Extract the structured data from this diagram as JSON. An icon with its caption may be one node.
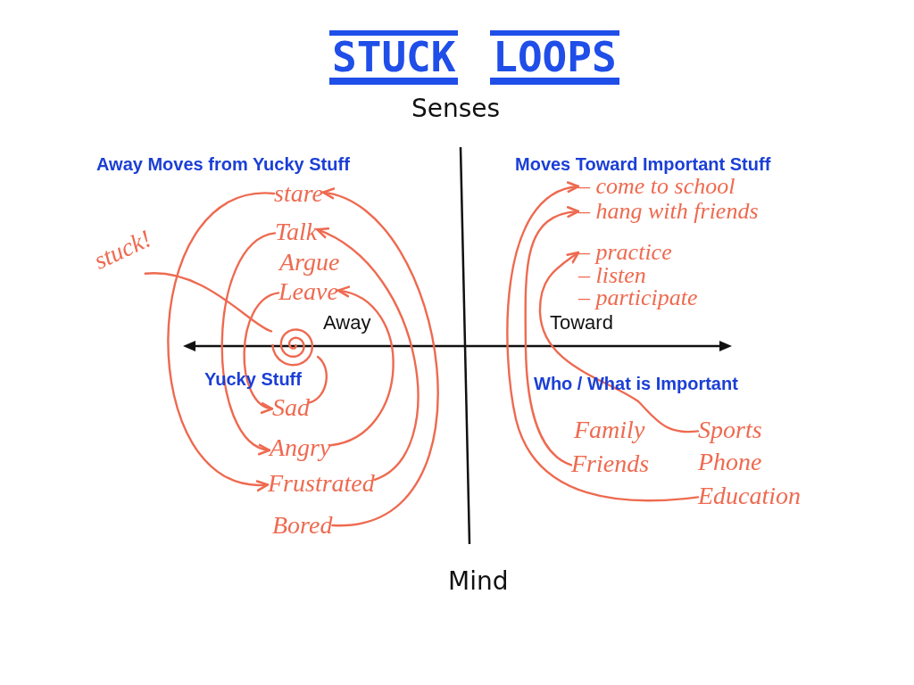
{
  "diagram": {
    "title": "STUCK LOOPS",
    "nodes": [
      {
        "text": [
          "stare"
        ]
      },
      {
        "text": [
          "Talk"
        ]
      },
      {
        "text": [
          "stuck!"
        ]
      },
      {
        "text": [
          "Leave"
        ]
      },
      {
        "text": [],
        "shape": "spiral"
      },
      {
        "text": [
          "Sad"
        ]
      },
      {
        "text": [
          "Angry"
        ]
      },
      {
        "text": [
          "Frustrated"
        ]
      },
      {
        "text": [
          "Bored"
        ]
      },
      {
        "text": [
          "– come to school"
        ]
      },
      {
        "text": [
          "– hang with friends"
        ]
      },
      {
        "text": [
          "– practice"
        ]
      },
      {
        "text": [
          "Sports"
        ]
      },
      {
        "text": [
          "Friends"
        ]
      },
      {
        "text": [
          "Education"
        ]
      }
    ],
    "edges": [
      {
        "from": 0,
        "to": 7,
        "arrow": "to"
      },
      {
        "from": 7,
        "to": 1,
        "arrow": "to"
      },
      {
        "from": 1,
        "to": 6,
        "arrow": "to"
      },
      {
        "from": 6,
        "to": 3,
        "arrow": "to"
      },
      {
        "from": 3,
        "to": 5,
        "arrow": "to"
      },
      {
        "from": 4,
        "to": 5,
        "arrow": "none"
      },
      {
        "from": 8,
        "to": 0,
        "arrow": "to"
      },
      {
        "from": 2,
        "to": 4,
        "arrow": "none"
      },
      {
        "from": 14,
        "to": 9,
        "arrow": "to"
      },
      {
        "from": 13,
        "to": 10,
        "arrow": "to"
      },
      {
        "from": 12,
        "to": 11,
        "arrow": "to"
      }
    ],
    "labels": [
      "Senses",
      "Away Moves from Yucky Stuff",
      "Moves Toward Important Stuff",
      "Argue",
      "– listen",
      "– participate",
      "Away",
      "Toward",
      "Yucky Stuff",
      "Who / What is Important",
      "Family",
      "Phone",
      "Mind"
    ]
  }
}
